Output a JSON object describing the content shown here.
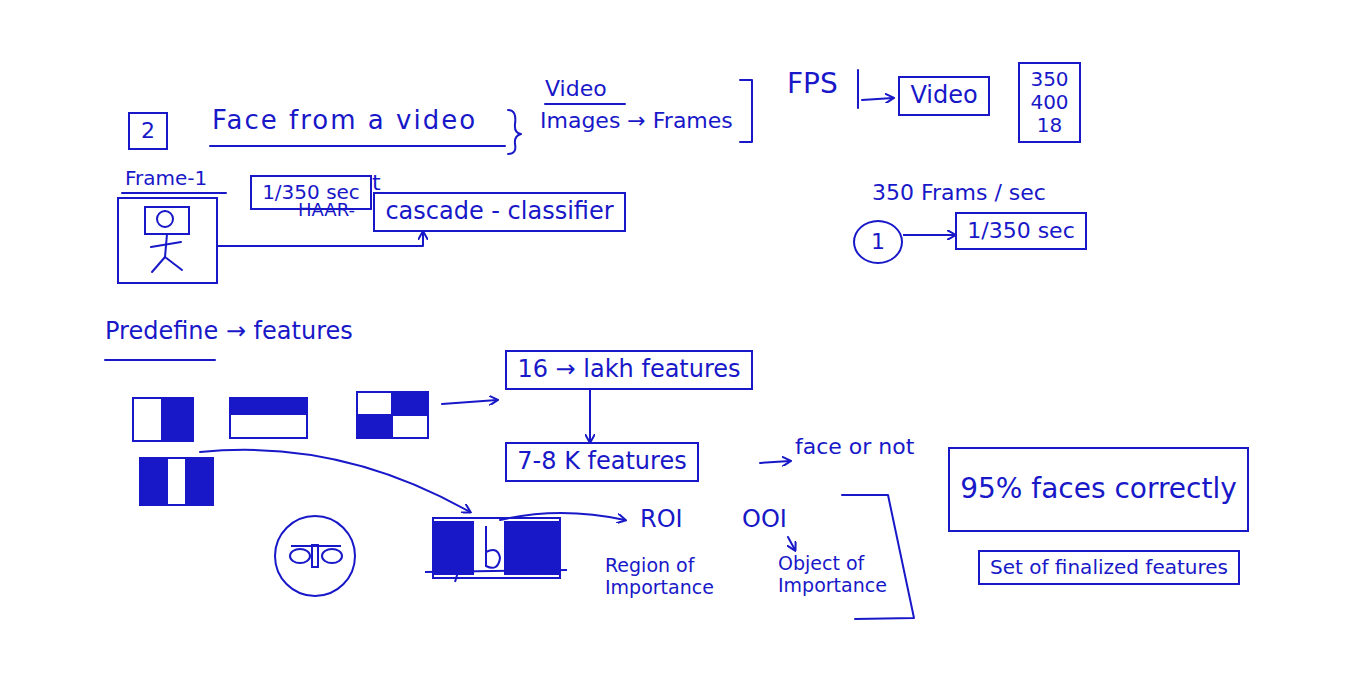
{
  "diagram": {
    "title": "Face from a video",
    "nodes": [
      {
        "text": [
          "2"
        ]
      },
      {
        "text": [
          "Video"
        ]
      },
      {
        "text": [
          "350",
          "400",
          "18"
        ]
      },
      {
        "text": [
          "Frame-1"
        ]
      },
      {
        "text": [
          "1/350 sec"
        ]
      },
      {
        "text": [
          "cascade - classifier"
        ]
      },
      {
        "text": [
          "1"
        ]
      },
      {
        "text": [
          "1/350 sec"
        ]
      },
      {
        "text": [
          "16 → lakh features"
        ]
      },
      {
        "text": [
          "7-8 K features"
        ]
      },
      {
        "text": [
          "95% faces correctly"
        ]
      },
      {
        "text": [
          "Set of finalized features"
        ]
      }
    ],
    "edges": [
      {
        "from": 3,
        "to": 5,
        "arrow": "to"
      },
      {
        "from": 6,
        "to": 7,
        "arrow": "to"
      },
      {
        "from": 8,
        "to": 9,
        "arrow": "to"
      }
    ],
    "labels": [
      "Video",
      "Images → Frames",
      "FPS",
      "t",
      "HAAR-",
      "350 Frams / sec",
      "Predefine → features",
      "face or not",
      "ROI",
      "OOI",
      "Region of Importance",
      "Object of Importance"
    ]
  }
}
